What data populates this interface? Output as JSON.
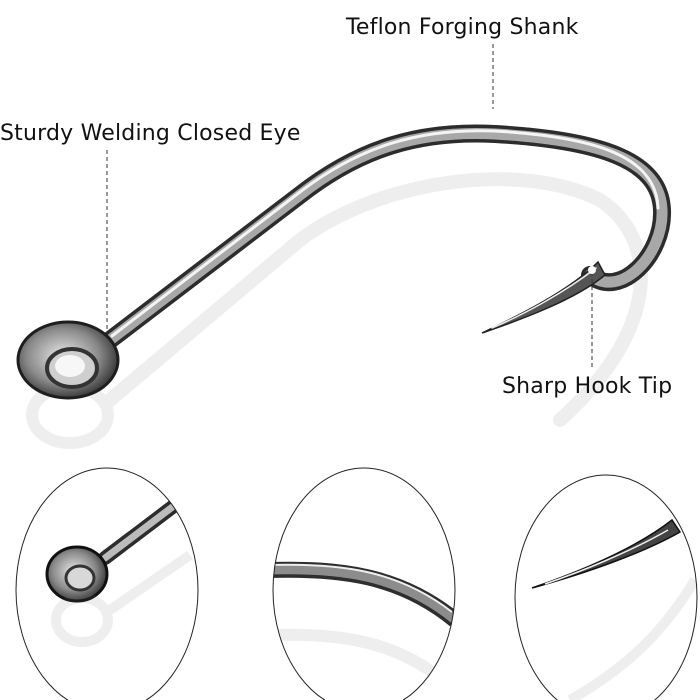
{
  "product": {
    "image_subject": "fishing hook",
    "callouts": {
      "shank": "Teflon Forging Shank",
      "eye": "Sturdy Welding Closed Eye",
      "tip": "Sharp Hook Tip"
    },
    "detail_views": [
      {
        "name": "eye-detail",
        "subject": "closed eye"
      },
      {
        "name": "shank-detail",
        "subject": "shank bend"
      },
      {
        "name": "tip-detail",
        "subject": "hook tip"
      }
    ]
  }
}
